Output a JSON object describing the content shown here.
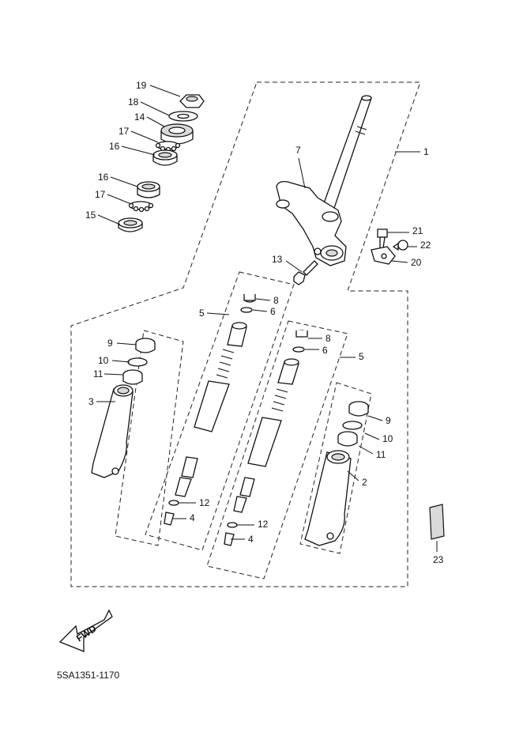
{
  "diagram": {
    "part_number": "5SA1351-1170",
    "fwd_label": "FWD",
    "callouts": [
      {
        "id": "c19",
        "text": "19"
      },
      {
        "id": "c18",
        "text": "18"
      },
      {
        "id": "c14",
        "text": "14"
      },
      {
        "id": "c17a",
        "text": "17"
      },
      {
        "id": "c16a",
        "text": "16"
      },
      {
        "id": "c16b",
        "text": "16"
      },
      {
        "id": "c17b",
        "text": "17"
      },
      {
        "id": "c15",
        "text": "15"
      },
      {
        "id": "c7",
        "text": "7"
      },
      {
        "id": "c1",
        "text": "1"
      },
      {
        "id": "c21",
        "text": "21"
      },
      {
        "id": "c22",
        "text": "22"
      },
      {
        "id": "c20",
        "text": "20"
      },
      {
        "id": "c13",
        "text": "13"
      },
      {
        "id": "c8a",
        "text": "8"
      },
      {
        "id": "c6a",
        "text": "6"
      },
      {
        "id": "c5a",
        "text": "5"
      },
      {
        "id": "c9a",
        "text": "9"
      },
      {
        "id": "c10a",
        "text": "10"
      },
      {
        "id": "c11a",
        "text": "11"
      },
      {
        "id": "c3",
        "text": "3"
      },
      {
        "id": "c8b",
        "text": "8"
      },
      {
        "id": "c6b",
        "text": "6"
      },
      {
        "id": "c5b",
        "text": "5"
      },
      {
        "id": "c9b",
        "text": "9"
      },
      {
        "id": "c10b",
        "text": "10"
      },
      {
        "id": "c11b",
        "text": "11"
      },
      {
        "id": "c2",
        "text": "2"
      },
      {
        "id": "c12a",
        "text": "12"
      },
      {
        "id": "c4a",
        "text": "4"
      },
      {
        "id": "c12b",
        "text": "12"
      },
      {
        "id": "c4b",
        "text": "4"
      },
      {
        "id": "c23",
        "text": "23"
      }
    ]
  }
}
